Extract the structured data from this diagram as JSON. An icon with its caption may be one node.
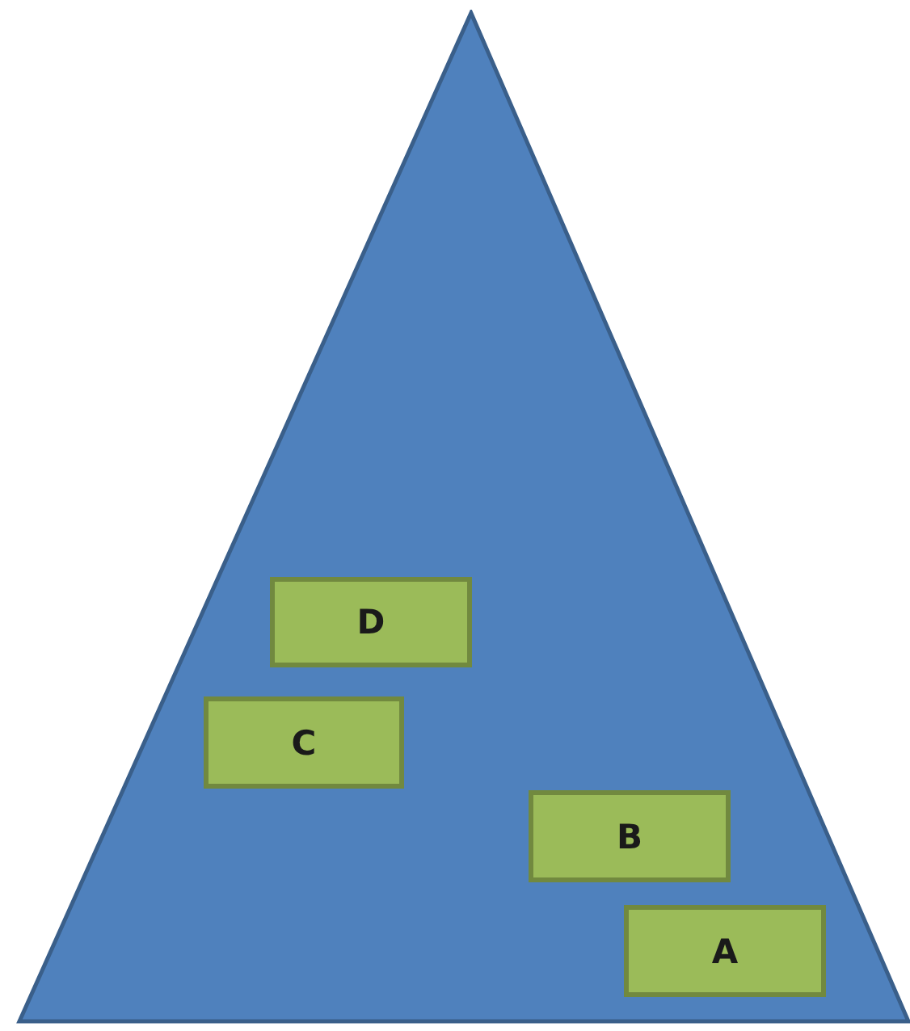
{
  "diagram": {
    "nodes": [
      {
        "text": [],
        "shape": "triangle"
      },
      {
        "text": [
          "D"
        ],
        "in": 0
      },
      {
        "text": [
          "C"
        ],
        "in": 0
      },
      {
        "text": [
          "B"
        ],
        "in": 0
      },
      {
        "text": [
          "A"
        ],
        "in": 0
      }
    ]
  }
}
